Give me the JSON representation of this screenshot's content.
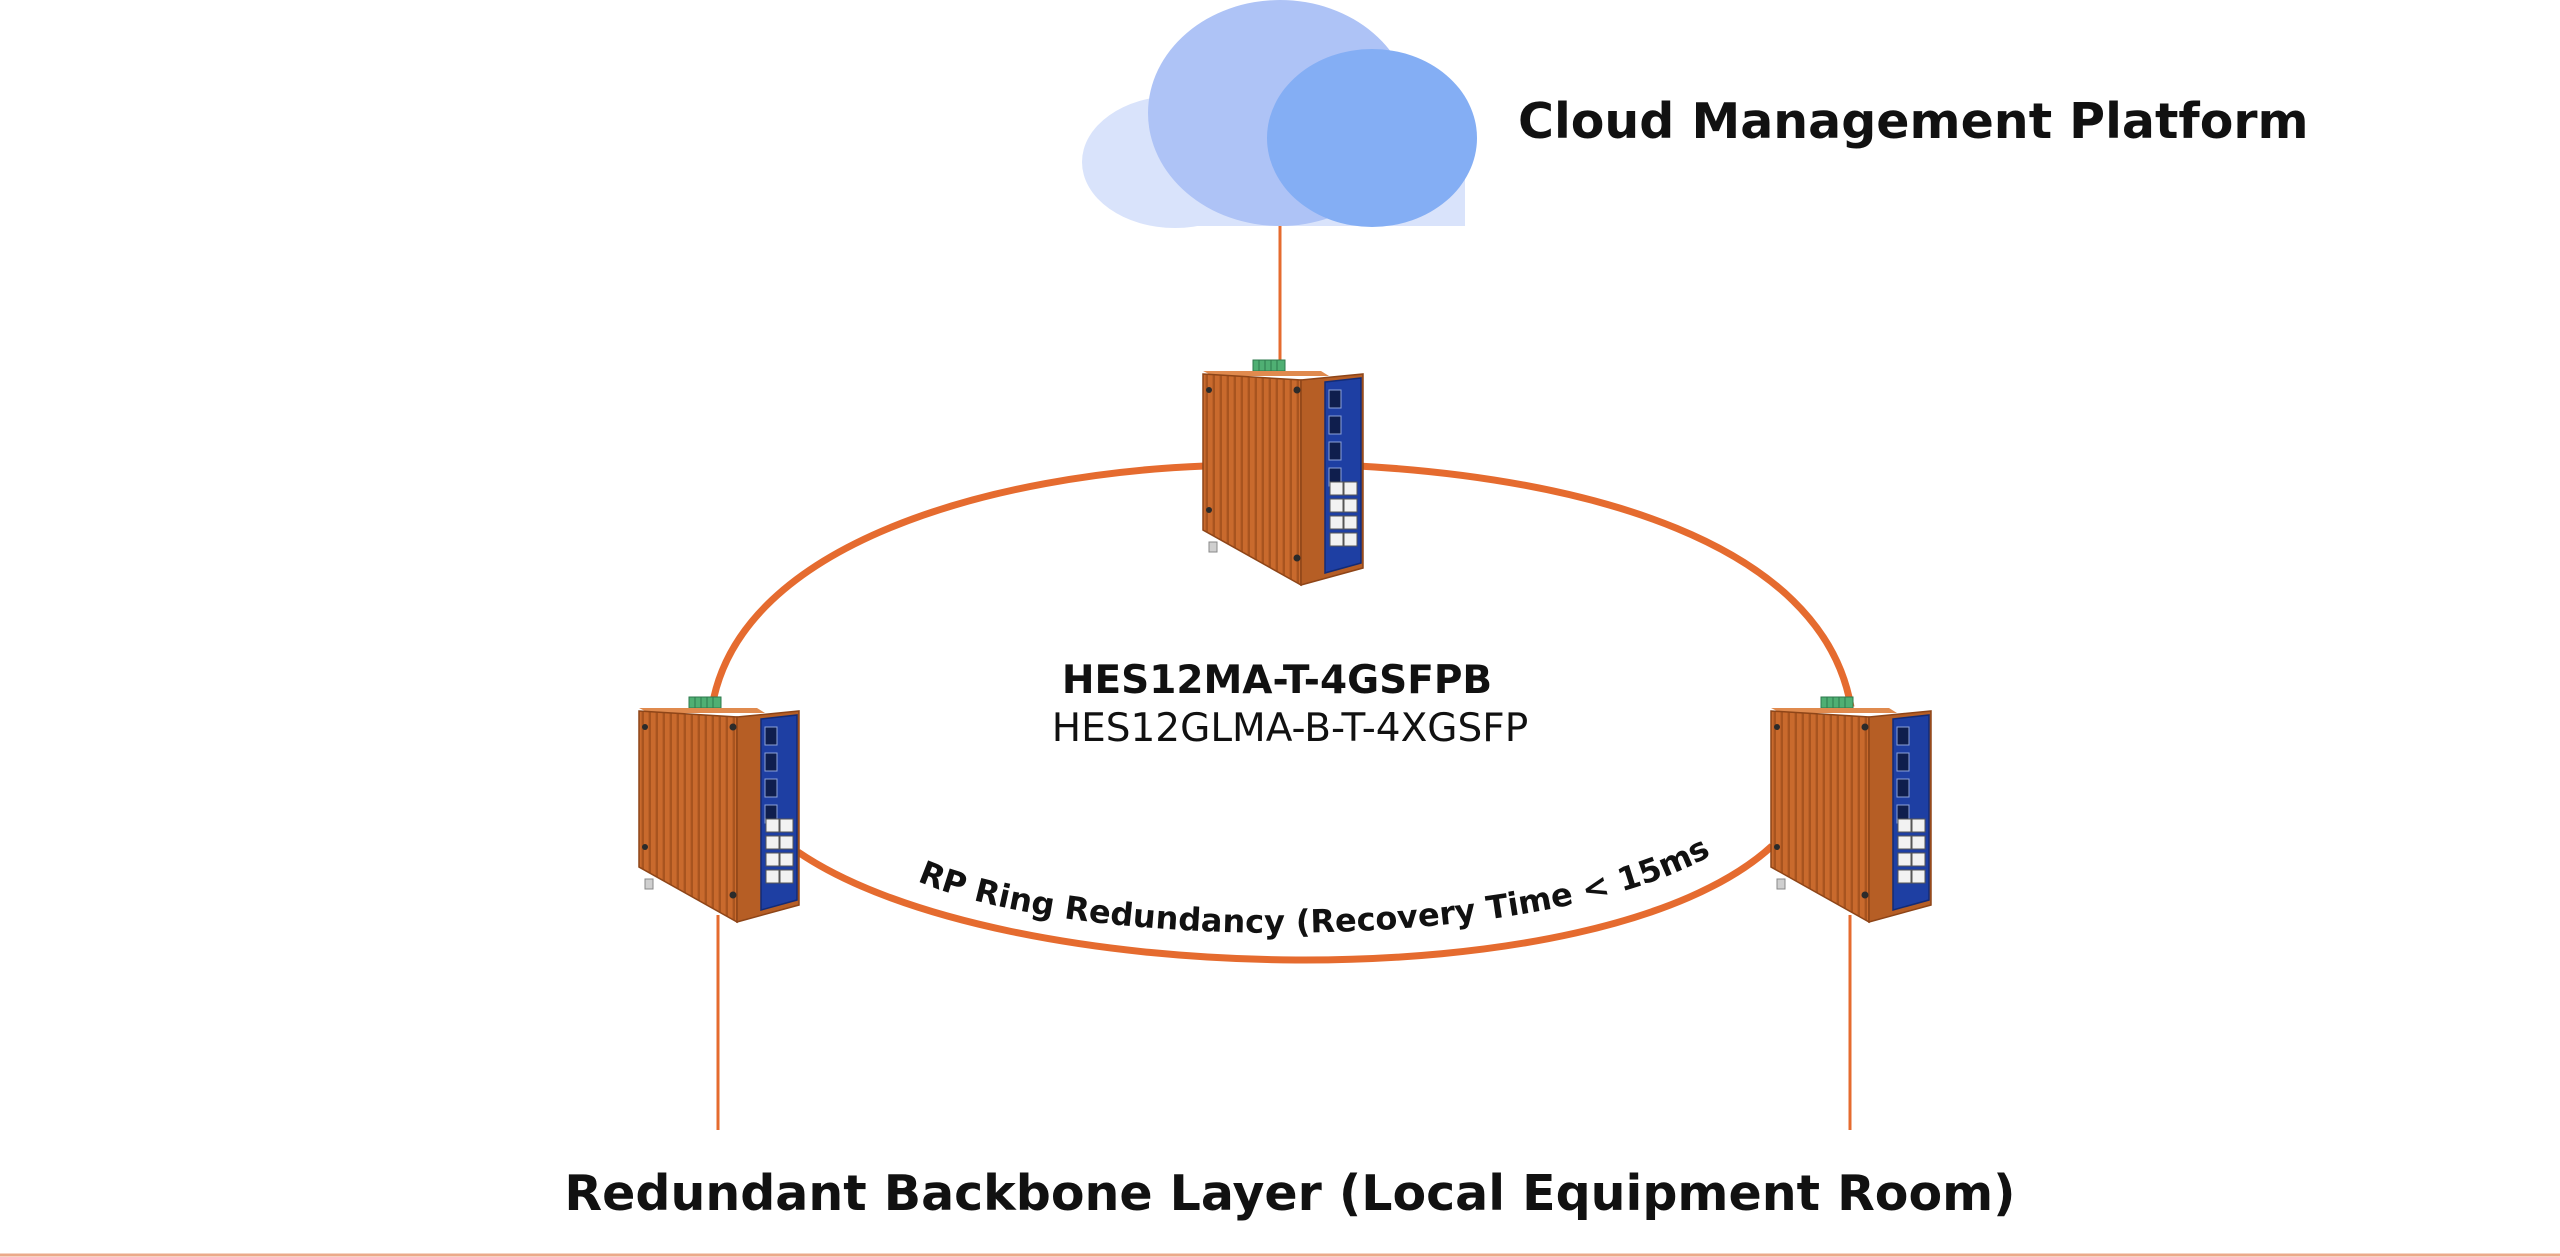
{
  "cloud": {
    "label": "Cloud Management Platform",
    "colors": {
      "back": "#D9E3FB",
      "mid": "#AEC3F6",
      "front": "#84AEF4"
    }
  },
  "center_label": {
    "model_primary": "HES12MA-T-4GSFPB",
    "model_secondary": "HES12GLMA-B-T-4XGSFP"
  },
  "ring": {
    "label": "MRP Ring Redundancy (Recovery Time < 15ms)",
    "color": "#E56B2F"
  },
  "backbone": {
    "label": "Redundant Backbone Layer (Local Equipment Room)"
  },
  "switches": [
    {
      "id": "switch-top"
    },
    {
      "id": "switch-left"
    },
    {
      "id": "switch-right"
    }
  ],
  "palette": {
    "switch_body": "#C96A2D",
    "switch_body_dark": "#A4511E",
    "switch_panel": "#1E3FA3",
    "switch_panel_edge": "#132B76",
    "terminal_block": "#4FAF73",
    "divider": "#EBA98A"
  }
}
